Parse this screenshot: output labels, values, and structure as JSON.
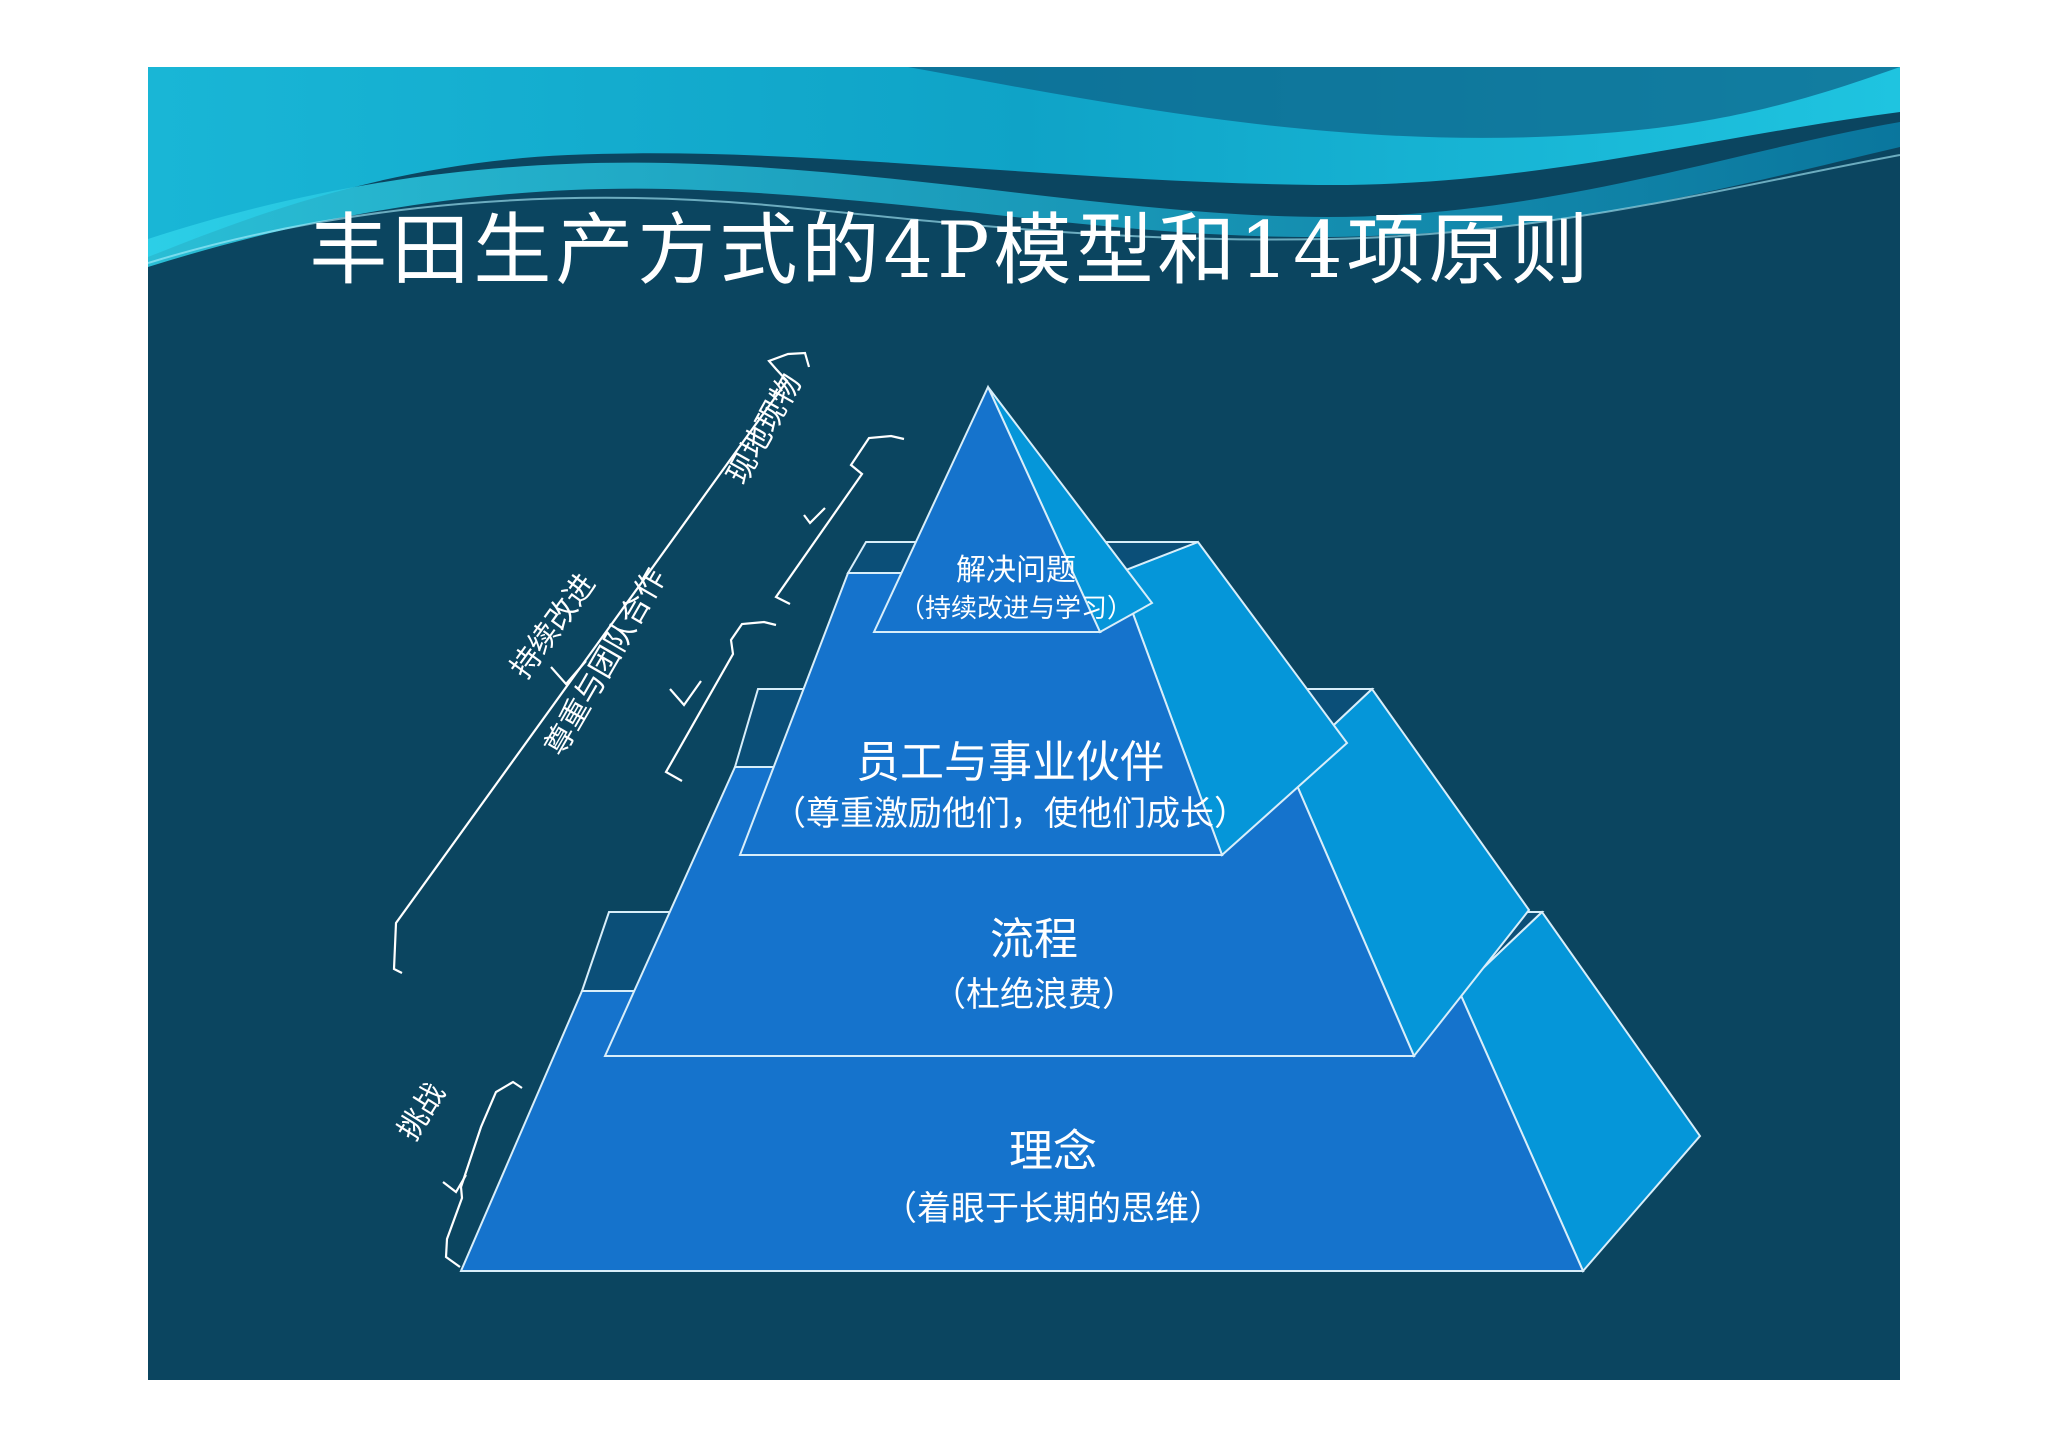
{
  "slide": {
    "title": "丰田生产方式的4P模型和14项原则"
  },
  "pyramid": {
    "levels": [
      {
        "title": "解决问题",
        "subtitle": "（持续改进与学习）"
      },
      {
        "title": "员工与事业伙伴",
        "subtitle": "（尊重激励他们，使他们成长）"
      },
      {
        "title": "流程",
        "subtitle": "（杜绝浪费）"
      },
      {
        "title": "理念",
        "subtitle": "（着眼于长期的思维）"
      }
    ]
  },
  "brackets": {
    "genchi": "现地现物",
    "kaizen": "持续改进",
    "respect": "尊重与团队合作",
    "challenge": "挑战"
  },
  "colors": {
    "background": "#0b4560",
    "face": "#1573cc",
    "side": "#0596d9",
    "outline": "#d8eefa",
    "text": "#ffffff"
  }
}
